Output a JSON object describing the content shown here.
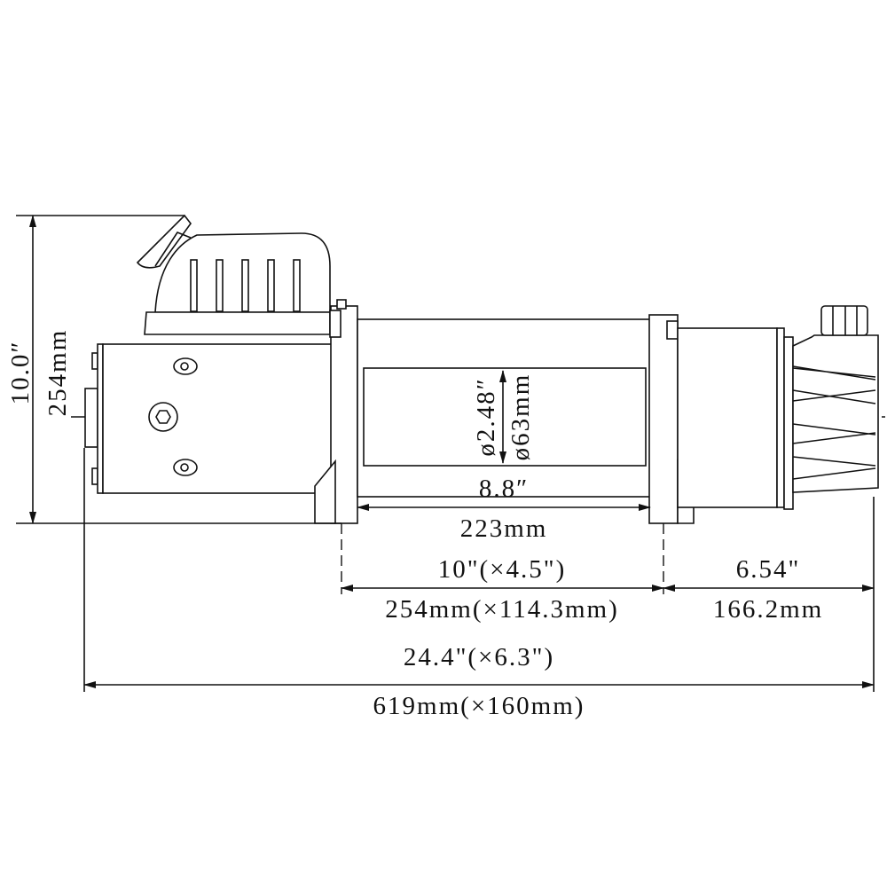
{
  "title": "Winch dimension drawing (side view)",
  "dimensions": {
    "height_in": "10.0″",
    "height_mm": "254mm",
    "drum_dia_in": "ø2.48″",
    "drum_dia_mm": "ø63mm",
    "drum_len_in": "8.8″",
    "drum_len_mm": "223mm",
    "mount_in": "10\"(×4.5\")",
    "mount_mm": "254mm(×114.3mm)",
    "gear_in": "6.54\"",
    "gear_mm": "166.2mm",
    "total_in": "24.4\"(×6.3\")",
    "total_mm": "619mm(×160mm)"
  }
}
